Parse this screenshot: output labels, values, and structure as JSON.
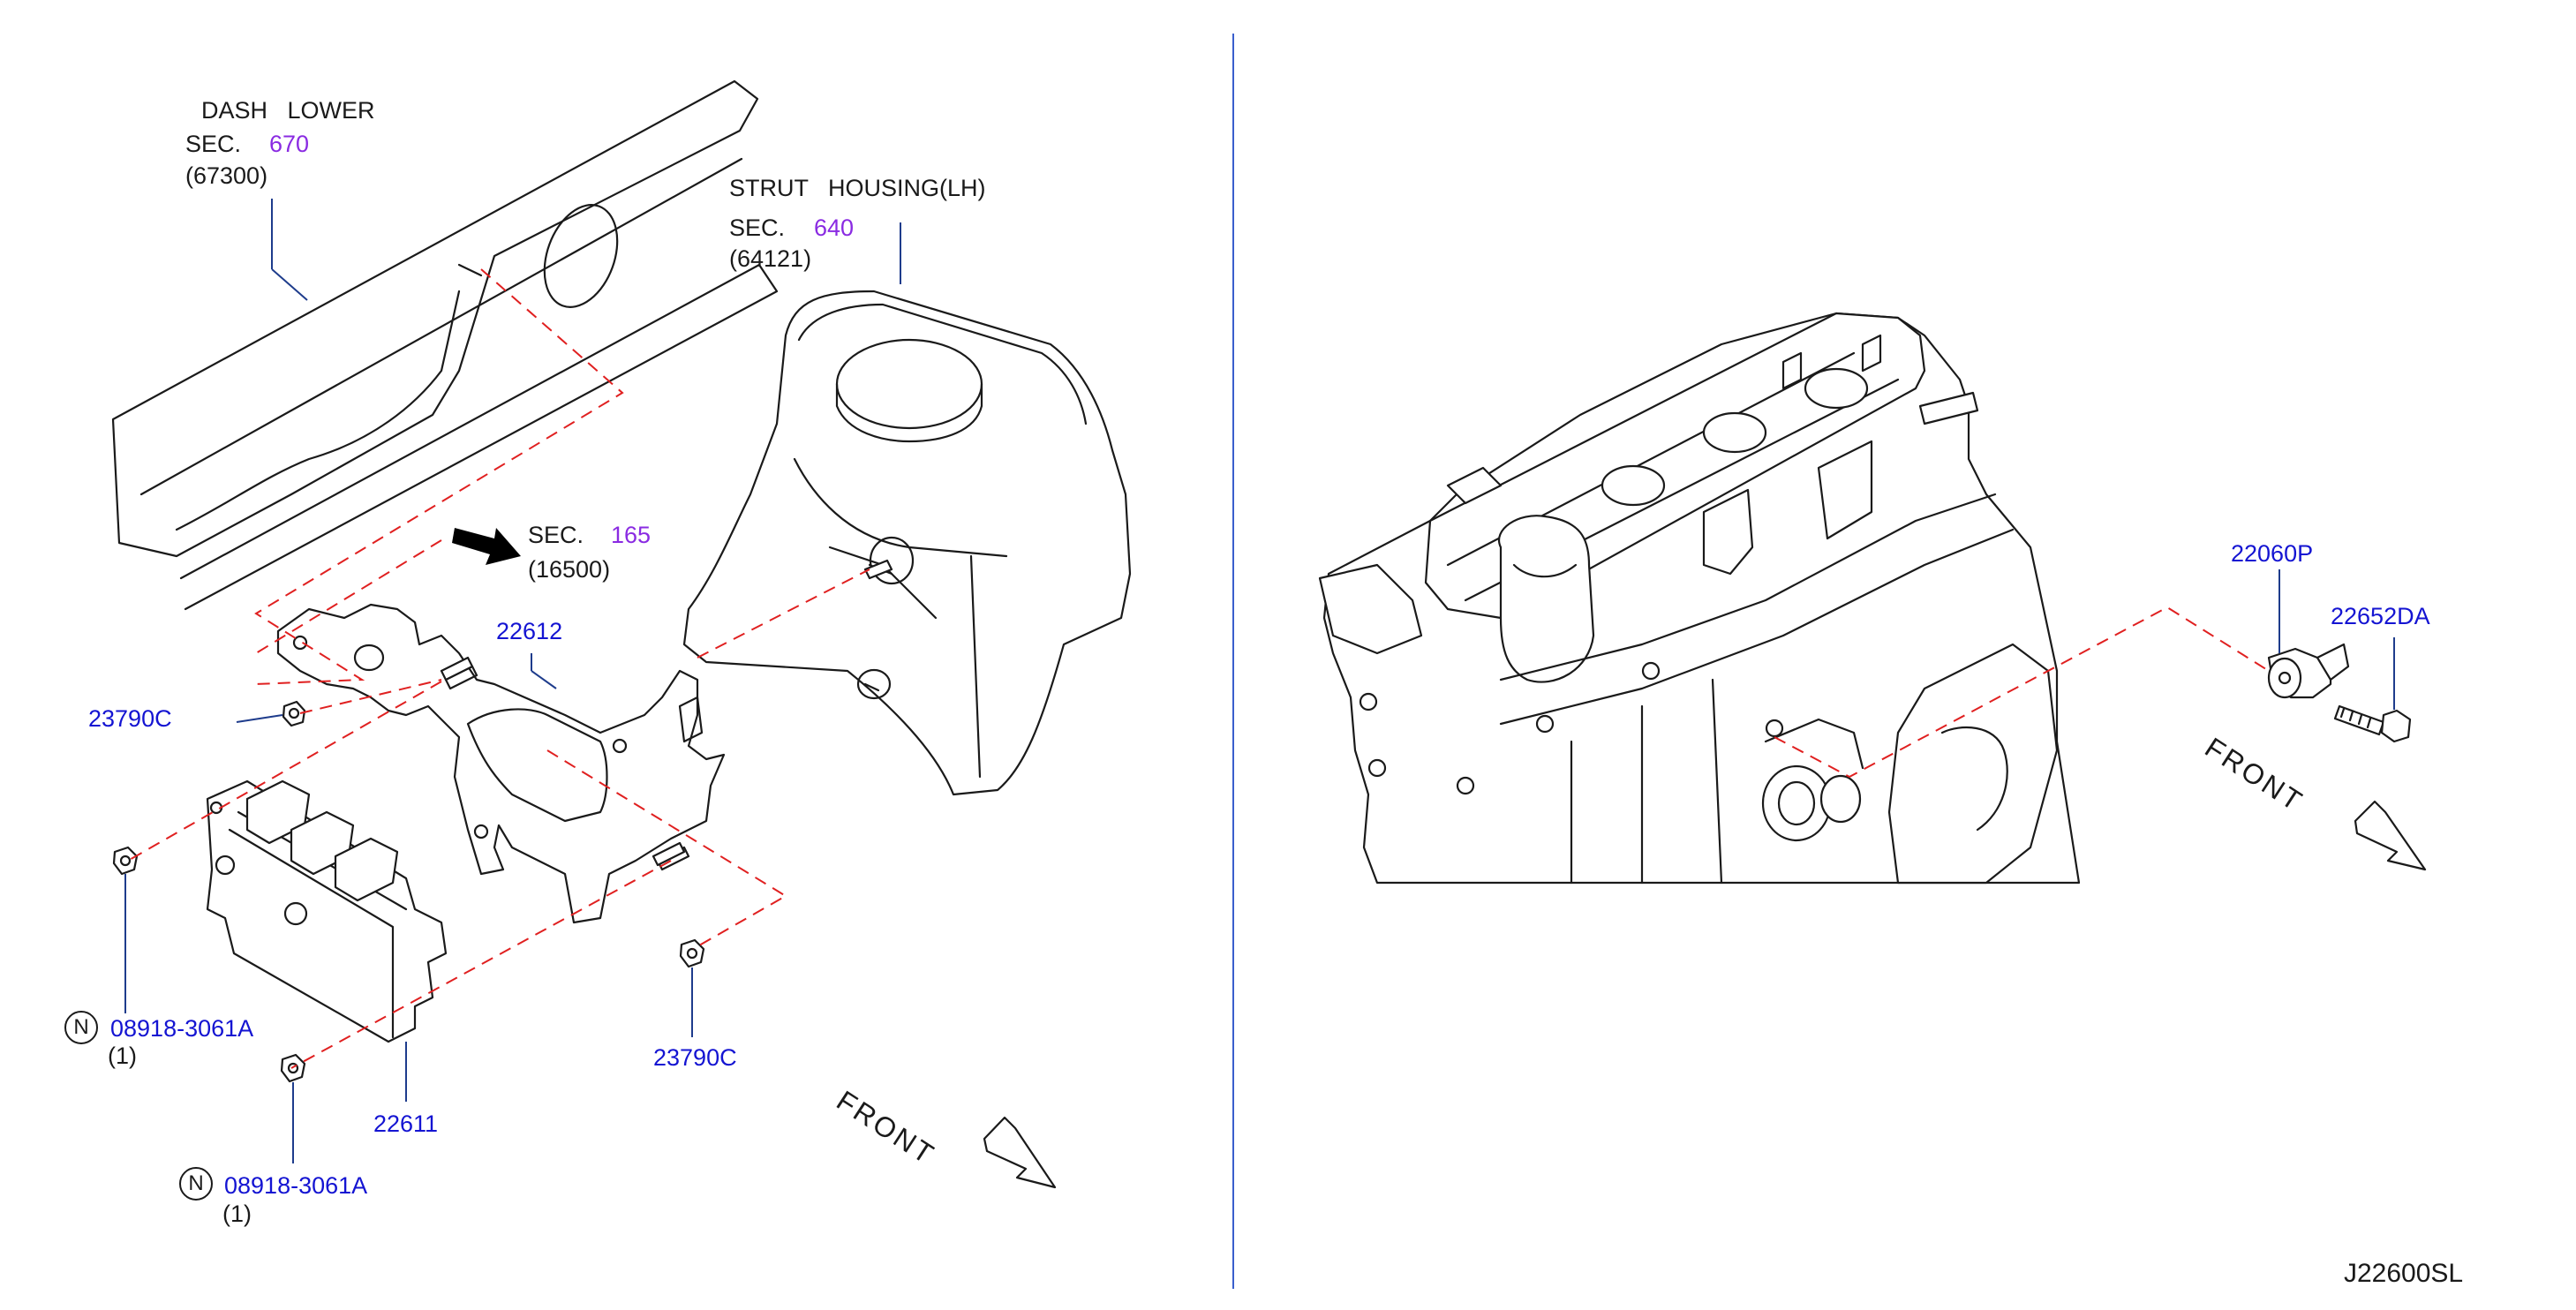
{
  "colors": {
    "line": "#1a1a1a",
    "part_number": "#1414d2",
    "section_number": "#8a2be2",
    "leader": "#1e3c8c",
    "dashed": "#e02020",
    "divider": "#3a5fcd"
  },
  "left": {
    "dash_lower": {
      "title": "DASH   LOWER",
      "sec_prefix": "SEC.",
      "sec_number": "670",
      "part_code": "(67300)"
    },
    "strut_housing": {
      "title": "STRUT   HOUSING(LH)",
      "sec_prefix": "SEC.",
      "sec_number": "640",
      "part_code": "(64121)"
    },
    "sec_165": {
      "sec_prefix": "SEC.",
      "sec_number": "165",
      "part_code": "(16500)"
    },
    "parts": {
      "bracket": "22612",
      "nut_left": "23790C",
      "nut_right": "23790C",
      "ecm": "22611",
      "n_marker": "N",
      "nut_ecm_upper": "08918-3061A",
      "nut_ecm_upper_qty": "(1)",
      "nut_ecm_lower": "08918-3061A",
      "nut_ecm_lower_qty": "(1)"
    },
    "front_label": "FRONT"
  },
  "right": {
    "sensor": "22060P",
    "bolt": "22652DA",
    "front_label": "FRONT"
  },
  "diagram_code": "J22600SL"
}
